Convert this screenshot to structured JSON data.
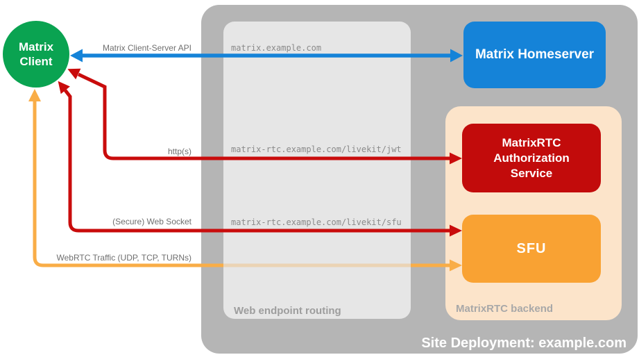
{
  "client": {
    "line1": "Matrix",
    "line2": "Client",
    "color": "#0aa351"
  },
  "site_container": {
    "label": "Site Deployment: example.com",
    "color": "#b5b5b5"
  },
  "routing_box": {
    "label": "Web endpoint routing",
    "color": "#e6e6e6",
    "endpoints": [
      "matrix.example.com",
      "matrix-rtc.example.com/livekit/jwt",
      "matrix-rtc.example.com/livekit/sfu"
    ]
  },
  "backend_box": {
    "label": "MatrixRTC backend",
    "color": "#fce4ca"
  },
  "nodes": {
    "homeserver": {
      "label": "Matrix Homeserver",
      "color": "#1583d8"
    },
    "auth_service": {
      "label": "MatrixRTC Authorization Service",
      "color": "#c20b0b"
    },
    "sfu": {
      "label": "SFU",
      "color": "#f9a233"
    }
  },
  "connections": [
    {
      "label": "Matrix Client-Server API",
      "color": "#1583d8",
      "from": "Matrix Client",
      "to": "Matrix Homeserver"
    },
    {
      "label": "http(s)",
      "color": "#c90c0c",
      "from": "Matrix Client",
      "to": "MatrixRTC Authorization Service"
    },
    {
      "label": "(Secure) Web Socket",
      "color": "#c90c0c",
      "from": "Matrix Client",
      "to": "SFU"
    },
    {
      "label": "WebRTC Traffic (UDP, TCP, TURNs)",
      "color": "#f9ad47",
      "from": "Matrix Client",
      "to": "SFU"
    }
  ]
}
